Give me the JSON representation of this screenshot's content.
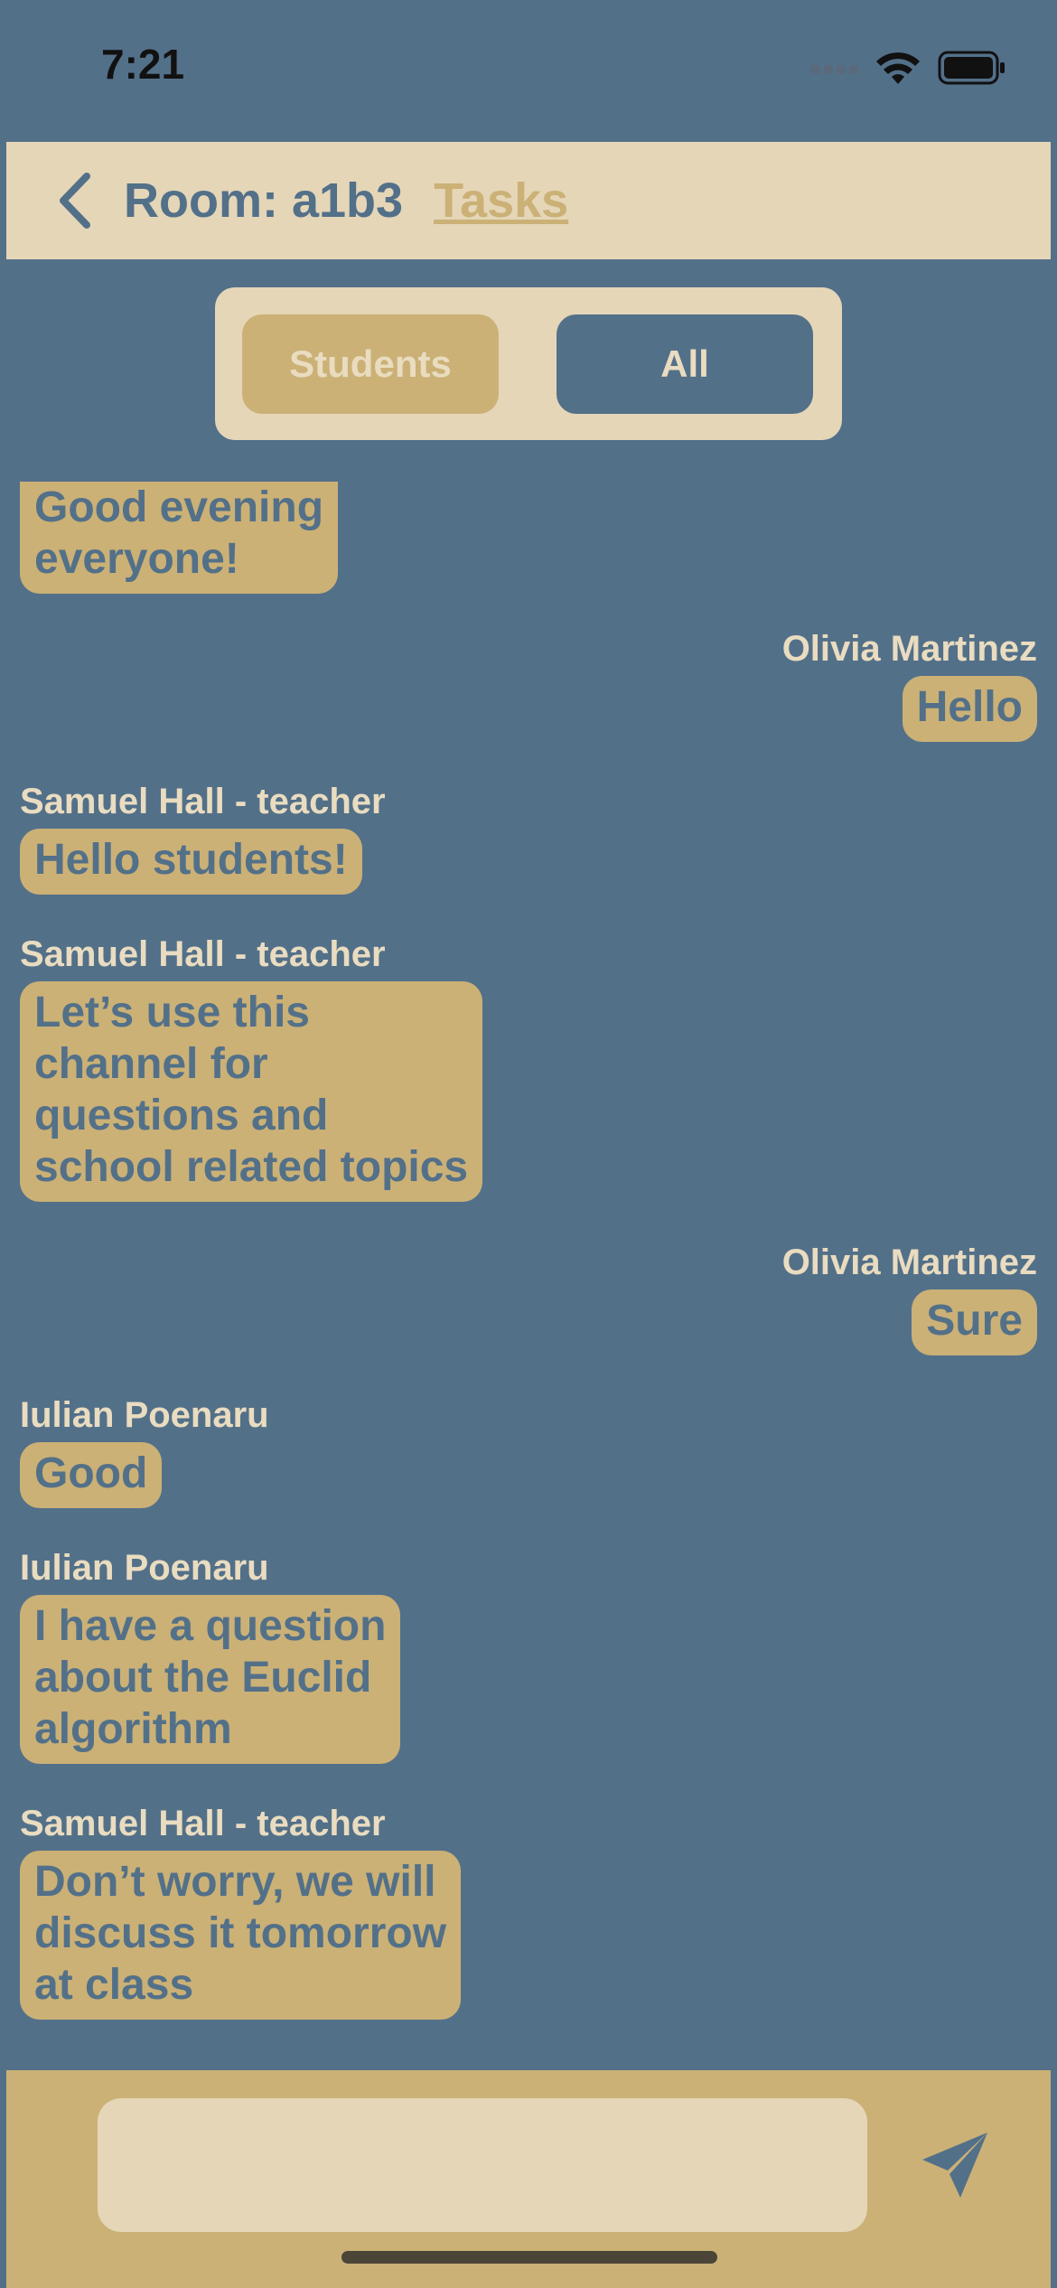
{
  "status_bar": {
    "time": "7:21"
  },
  "header": {
    "room_title": "Room: a1b3",
    "tasks_link": "Tasks"
  },
  "filter": {
    "students_label": "Students",
    "all_label": "All",
    "selected": "All"
  },
  "messages": [
    {
      "side": "left",
      "sender": "",
      "text": "Good evening\neveryone!"
    },
    {
      "side": "right",
      "sender": "Olivia Martinez",
      "text": "Hello"
    },
    {
      "side": "left",
      "sender": "Samuel Hall - teacher",
      "text": "Hello students!"
    },
    {
      "side": "left",
      "sender": "Samuel Hall - teacher",
      "text": "Let’s use this\nchannel for\nquestions and\nschool related topics"
    },
    {
      "side": "right",
      "sender": "Olivia Martinez",
      "text": "Sure"
    },
    {
      "side": "left",
      "sender": "Iulian Poenaru",
      "text": "Good"
    },
    {
      "side": "left",
      "sender": "Iulian Poenaru",
      "text": "I have a question\nabout the Euclid\nalgorithm"
    },
    {
      "side": "left",
      "sender": "Samuel Hall - teacher",
      "text": "Don’t worry, we will\ndiscuss it tomorrow\nat class"
    }
  ],
  "composer": {
    "input_value": "",
    "placeholder": ""
  },
  "colors": {
    "background": "#537089",
    "cream": "#e5d6b8",
    "gold": "#cbb176"
  }
}
